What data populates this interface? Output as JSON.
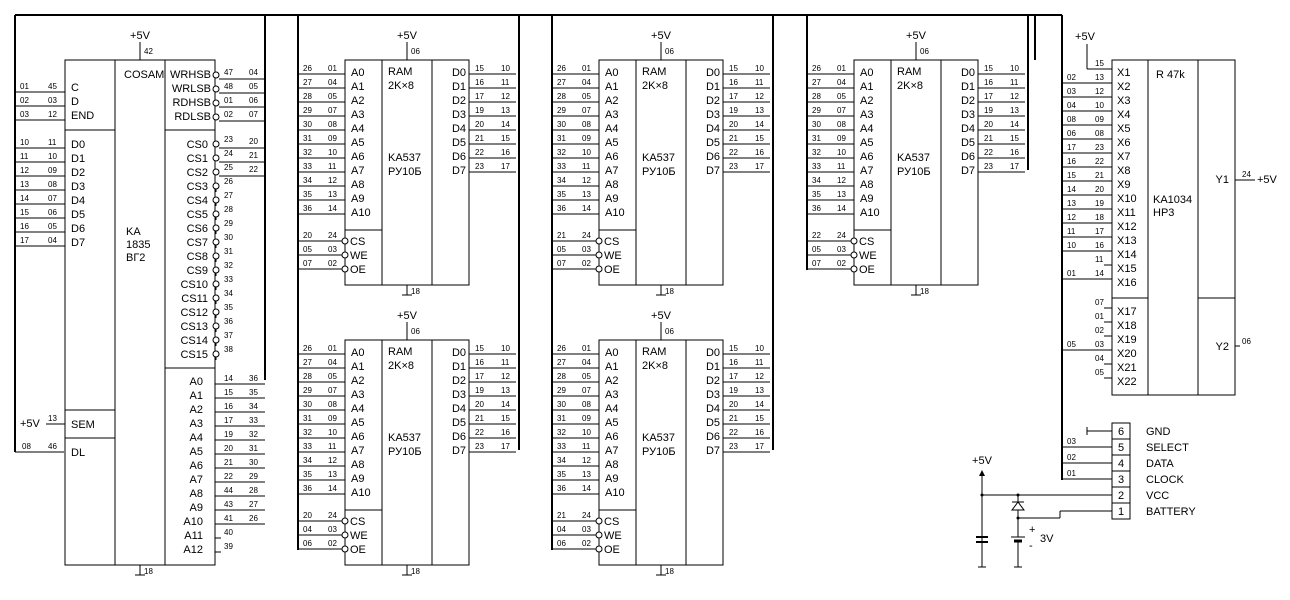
{
  "title": "Schematic: KA1835 VG2 controller with KA537 RU10B RAM banks and KA1034 HP3 battery-backed module",
  "supply_label": "+5V",
  "ground_pin": "18",
  "controller": {
    "name_lines": [
      "KA",
      "1835",
      "ВГ2"
    ],
    "func_label": "COSAM",
    "vcc_pin": "42",
    "gnd_pin": "18",
    "left_ctrl": [
      {
        "name": "C",
        "pin": "45",
        "net": "01"
      },
      {
        "name": "D",
        "pin": "03",
        "net": "02"
      },
      {
        "name": "END",
        "pin": "12",
        "net": "03"
      }
    ],
    "left_data": [
      {
        "name": "D0",
        "pin": "11",
        "net": "10"
      },
      {
        "name": "D1",
        "pin": "10",
        "net": "11"
      },
      {
        "name": "D2",
        "pin": "09",
        "net": "12"
      },
      {
        "name": "D3",
        "pin": "08",
        "net": "13"
      },
      {
        "name": "D4",
        "pin": "07",
        "net": "14"
      },
      {
        "name": "D5",
        "pin": "06",
        "net": "15"
      },
      {
        "name": "D6",
        "pin": "05",
        "net": "16"
      },
      {
        "name": "D7",
        "pin": "04",
        "net": "17"
      }
    ],
    "sem": {
      "name": "SEM",
      "pin": "13",
      "net": "+5V"
    },
    "dl": {
      "name": "DL",
      "pin": "46",
      "net": "08"
    },
    "right_ctrl": [
      {
        "name": "WRHSB",
        "pin": "47",
        "net": "04"
      },
      {
        "name": "WRLSB",
        "pin": "48",
        "net": "05"
      },
      {
        "name": "RDHSB",
        "pin": "01",
        "net": "06"
      },
      {
        "name": "RDLSB",
        "pin": "02",
        "net": "07"
      }
    ],
    "right_cs": [
      {
        "name": "CS0",
        "pin": "23",
        "net": "20"
      },
      {
        "name": "CS1",
        "pin": "24",
        "net": "21"
      },
      {
        "name": "CS2",
        "pin": "25",
        "net": "22"
      },
      {
        "name": "CS3",
        "pin": "26",
        "net": ""
      },
      {
        "name": "CS4",
        "pin": "27",
        "net": ""
      },
      {
        "name": "CS5",
        "pin": "28",
        "net": ""
      },
      {
        "name": "CS6",
        "pin": "29",
        "net": ""
      },
      {
        "name": "CS7",
        "pin": "30",
        "net": ""
      },
      {
        "name": "CS8",
        "pin": "31",
        "net": ""
      },
      {
        "name": "CS9",
        "pin": "32",
        "net": ""
      },
      {
        "name": "CS10",
        "pin": "33",
        "net": ""
      },
      {
        "name": "CS11",
        "pin": "34",
        "net": ""
      },
      {
        "name": "CS12",
        "pin": "35",
        "net": ""
      },
      {
        "name": "CS13",
        "pin": "36",
        "net": ""
      },
      {
        "name": "CS14",
        "pin": "37",
        "net": ""
      },
      {
        "name": "CS15",
        "pin": "38",
        "net": ""
      }
    ],
    "right_addr": [
      {
        "name": "A0",
        "pin": "14",
        "net": "36"
      },
      {
        "name": "A1",
        "pin": "15",
        "net": "35"
      },
      {
        "name": "A2",
        "pin": "16",
        "net": "34"
      },
      {
        "name": "A3",
        "pin": "17",
        "net": "33"
      },
      {
        "name": "A4",
        "pin": "19",
        "net": "32"
      },
      {
        "name": "A5",
        "pin": "20",
        "net": "31"
      },
      {
        "name": "A6",
        "pin": "21",
        "net": "30"
      },
      {
        "name": "A7",
        "pin": "22",
        "net": "29"
      },
      {
        "name": "A8",
        "pin": "44",
        "net": "28"
      },
      {
        "name": "A9",
        "pin": "43",
        "net": "27"
      },
      {
        "name": "A10",
        "pin": "41",
        "net": "26"
      },
      {
        "name": "A11",
        "pin": "40",
        "net": ""
      },
      {
        "name": "A12",
        "pin": "39",
        "net": ""
      }
    ]
  },
  "ram_common": {
    "title_lines": [
      "RAM",
      "2K×8"
    ],
    "part_lines": [
      "KA537",
      "РУ10Б"
    ],
    "vcc_pin": "06",
    "gnd_pin": "18",
    "addr": [
      {
        "name": "A0",
        "pin": "01",
        "net": "26"
      },
      {
        "name": "A1",
        "pin": "04",
        "net": "27"
      },
      {
        "name": "A2",
        "pin": "05",
        "net": "28"
      },
      {
        "name": "A3",
        "pin": "07",
        "net": "29"
      },
      {
        "name": "A4",
        "pin": "08",
        "net": "30"
      },
      {
        "name": "A5",
        "pin": "09",
        "net": "31"
      },
      {
        "name": "A6",
        "pin": "10",
        "net": "32"
      },
      {
        "name": "A7",
        "pin": "11",
        "net": "33"
      },
      {
        "name": "A8",
        "pin": "12",
        "net": "34"
      },
      {
        "name": "A9",
        "pin": "13",
        "net": "35"
      },
      {
        "name": "A10",
        "pin": "14",
        "net": "36"
      }
    ],
    "data": [
      {
        "name": "D0",
        "pin": "15",
        "net": "10"
      },
      {
        "name": "D1",
        "pin": "16",
        "net": "11"
      },
      {
        "name": "D2",
        "pin": "17",
        "net": "12"
      },
      {
        "name": "D3",
        "pin": "19",
        "net": "13"
      },
      {
        "name": "D4",
        "pin": "20",
        "net": "14"
      },
      {
        "name": "D5",
        "pin": "21",
        "net": "15"
      },
      {
        "name": "D6",
        "pin": "22",
        "net": "16"
      },
      {
        "name": "D7",
        "pin": "23",
        "net": "17"
      }
    ],
    "ctrl_names": [
      "CS",
      "WE",
      "OE"
    ],
    "ctrl_pins": [
      "24",
      "03",
      "02"
    ]
  },
  "rams": [
    {
      "id": "ram-1",
      "ctrl_nets": [
        "20",
        "05",
        "07"
      ]
    },
    {
      "id": "ram-2",
      "ctrl_nets": [
        "20",
        "04",
        "06"
      ]
    },
    {
      "id": "ram-3",
      "ctrl_nets": [
        "21",
        "05",
        "07"
      ]
    },
    {
      "id": "ram-4",
      "ctrl_nets": [
        "21",
        "04",
        "06"
      ]
    },
    {
      "id": "ram-5",
      "ctrl_nets": [
        "22",
        "05",
        "07"
      ]
    }
  ],
  "module": {
    "title_lines": [
      "R 47k"
    ],
    "part_lines": [
      "KA1034",
      "HP3"
    ],
    "x_inputs": [
      {
        "name": "X1",
        "pin": "15",
        "net": "+5V"
      },
      {
        "name": "X2",
        "pin": "13",
        "net": "02"
      },
      {
        "name": "X3",
        "pin": "12",
        "net": "03"
      },
      {
        "name": "X4",
        "pin": "10",
        "net": "04"
      },
      {
        "name": "X5",
        "pin": "09",
        "net": "08"
      },
      {
        "name": "X6",
        "pin": "08",
        "net": "06"
      },
      {
        "name": "X7",
        "pin": "23",
        "net": "17"
      },
      {
        "name": "X8",
        "pin": "22",
        "net": "16"
      },
      {
        "name": "X9",
        "pin": "21",
        "net": "15"
      },
      {
        "name": "X10",
        "pin": "20",
        "net": "14"
      },
      {
        "name": "X11",
        "pin": "19",
        "net": "13"
      },
      {
        "name": "X12",
        "pin": "18",
        "net": "12"
      },
      {
        "name": "X13",
        "pin": "17",
        "net": "11"
      },
      {
        "name": "X14",
        "pin": "16",
        "net": "10"
      },
      {
        "name": "X15",
        "pin": "11",
        "net": ""
      },
      {
        "name": "X16",
        "pin": "14",
        "net": "01"
      }
    ],
    "x_inputs2": [
      {
        "name": "X17",
        "pin": "07",
        "net": ""
      },
      {
        "name": "X18",
        "pin": "01",
        "net": ""
      },
      {
        "name": "X19",
        "pin": "02",
        "net": ""
      },
      {
        "name": "X20",
        "pin": "03",
        "net": "05"
      },
      {
        "name": "X21",
        "pin": "04",
        "net": ""
      },
      {
        "name": "X22",
        "pin": "05",
        "net": ""
      }
    ],
    "y1": {
      "name": "Y1",
      "pin": "24",
      "net": "+5V"
    },
    "y2": {
      "name": "Y2",
      "pin": "06",
      "net": ""
    }
  },
  "connector": {
    "pins": [
      {
        "num": "6",
        "name": "GND",
        "net": ""
      },
      {
        "num": "5",
        "name": "SELECT",
        "net": "03"
      },
      {
        "num": "4",
        "name": "DATA",
        "net": "02"
      },
      {
        "num": "3",
        "name": "CLOCK",
        "net": "01"
      },
      {
        "num": "2",
        "name": "VCC",
        "net": ""
      },
      {
        "num": "1",
        "name": "BATTERY",
        "net": ""
      }
    ],
    "battery_label": "3V",
    "plus": "+",
    "minus": "-"
  }
}
